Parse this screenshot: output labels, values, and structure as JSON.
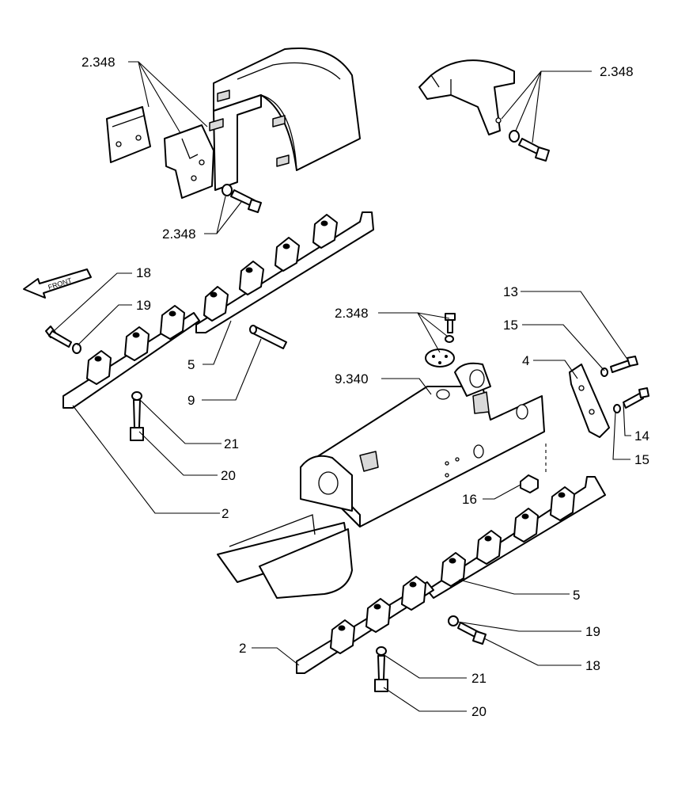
{
  "callouts": {
    "c2348_top_left": "2.348",
    "c2348_top_right": "2.348",
    "c2348_mid_left": "2.348",
    "c2348_center": "2.348",
    "c9340": "9.340",
    "c18_left": "18",
    "c19_left": "19",
    "c5_left": "5",
    "c9": "9",
    "c21_left": "21",
    "c20_left": "20",
    "c2_left": "2",
    "c13": "13",
    "c15_upper": "15",
    "c4": "4",
    "c14": "14",
    "c15_lower": "15",
    "c16": "16",
    "c5_right": "5",
    "c19_right": "19",
    "c18_right": "18",
    "c2_bottom": "2",
    "c21_bottom": "21",
    "c20_bottom": "20"
  },
  "front_arrow": {
    "label": "FRONT"
  }
}
